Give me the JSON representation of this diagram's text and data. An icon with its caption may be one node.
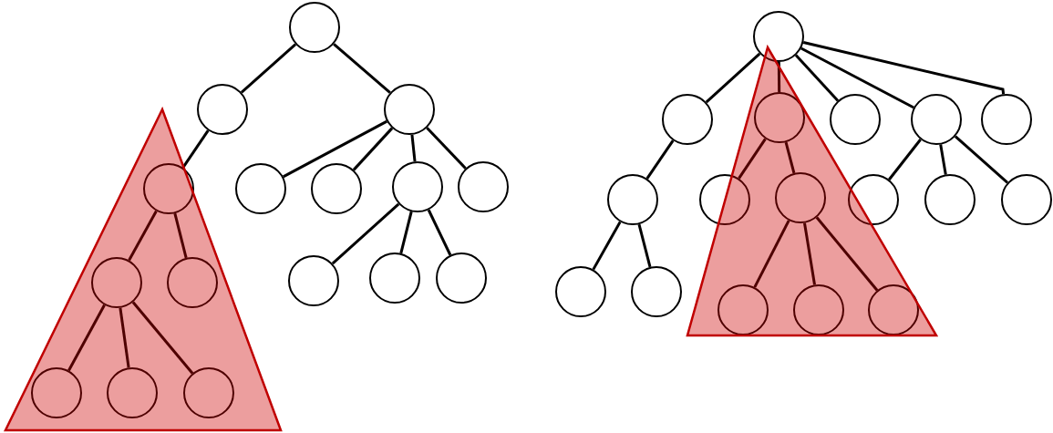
{
  "diagram": {
    "nodes": [
      {
        "text": [],
        "shape": "circle"
      },
      {
        "text": [],
        "shape": "circle"
      },
      {
        "text": [],
        "shape": "circle"
      },
      {
        "text": [],
        "shape": "circle"
      },
      {
        "text": [],
        "shape": "circle"
      },
      {
        "text": [],
        "shape": "circle"
      },
      {
        "text": [],
        "shape": "circle"
      },
      {
        "text": [],
        "shape": "circle"
      },
      {
        "text": [],
        "shape": "circle"
      },
      {
        "text": [],
        "shape": "circle"
      },
      {
        "text": [],
        "shape": "circle"
      },
      {
        "text": [],
        "shape": "circle"
      },
      {
        "text": [],
        "shape": "circle"
      },
      {
        "text": [],
        "shape": "circle"
      },
      {
        "text": [],
        "shape": "circle"
      },
      {
        "text": [],
        "shape": "circle"
      },
      {
        "text": [],
        "shape": "circle"
      },
      {
        "text": [],
        "shape": "circle"
      },
      {
        "text": [],
        "shape": "circle"
      },
      {
        "text": [],
        "shape": "circle"
      },
      {
        "text": [],
        "shape": "circle"
      },
      {
        "text": [],
        "shape": "circle"
      },
      {
        "text": [],
        "shape": "circle"
      },
      {
        "text": [],
        "shape": "circle"
      },
      {
        "text": [],
        "shape": "circle"
      },
      {
        "text": [],
        "shape": "circle"
      },
      {
        "text": [],
        "shape": "circle"
      },
      {
        "text": [],
        "shape": "circle"
      },
      {
        "text": [],
        "shape": "circle"
      },
      {
        "text": [],
        "shape": "circle"
      },
      {
        "text": [],
        "shape": "circle"
      },
      {
        "text": [],
        "shape": "circle"
      },
      {
        "text": [],
        "shape": "circle"
      }
    ],
    "edges": [
      {
        "from": 0,
        "to": 1,
        "arrow": "none"
      },
      {
        "from": 0,
        "to": 2,
        "arrow": "none"
      },
      {
        "from": 1,
        "to": 3,
        "arrow": "none"
      },
      {
        "from": 2,
        "to": 4,
        "arrow": "none"
      },
      {
        "from": 2,
        "to": 5,
        "arrow": "none"
      },
      {
        "from": 2,
        "to": 6,
        "arrow": "none"
      },
      {
        "from": 2,
        "to": 7,
        "arrow": "none"
      },
      {
        "from": 3,
        "to": 8,
        "arrow": "none"
      },
      {
        "from": 3,
        "to": 9,
        "arrow": "none"
      },
      {
        "from": 6,
        "to": 10,
        "arrow": "none"
      },
      {
        "from": 6,
        "to": 11,
        "arrow": "none"
      },
      {
        "from": 6,
        "to": 12,
        "arrow": "none"
      },
      {
        "from": 8,
        "to": 13,
        "arrow": "none"
      },
      {
        "from": 8,
        "to": 14,
        "arrow": "none"
      },
      {
        "from": 8,
        "to": 15,
        "arrow": "none"
      },
      {
        "from": 16,
        "to": 17,
        "arrow": "none"
      },
      {
        "from": 16,
        "to": 18,
        "arrow": "none"
      },
      {
        "from": 16,
        "to": 19,
        "arrow": "none"
      },
      {
        "from": 16,
        "to": 20,
        "arrow": "none"
      },
      {
        "from": 16,
        "to": 21,
        "arrow": "none"
      },
      {
        "from": 17,
        "to": 22,
        "arrow": "none"
      },
      {
        "from": 18,
        "to": 23,
        "arrow": "none"
      },
      {
        "from": 18,
        "to": 24,
        "arrow": "none"
      },
      {
        "from": 20,
        "to": 25,
        "arrow": "none"
      },
      {
        "from": 20,
        "to": 26,
        "arrow": "none"
      },
      {
        "from": 20,
        "to": 27,
        "arrow": "none"
      },
      {
        "from": 22,
        "to": 28,
        "arrow": "none"
      },
      {
        "from": 22,
        "to": 29,
        "arrow": "none"
      },
      {
        "from": 24,
        "to": 30,
        "arrow": "none"
      },
      {
        "from": 24,
        "to": 31,
        "arrow": "none"
      },
      {
        "from": 24,
        "to": 32,
        "arrow": "none"
      }
    ]
  }
}
